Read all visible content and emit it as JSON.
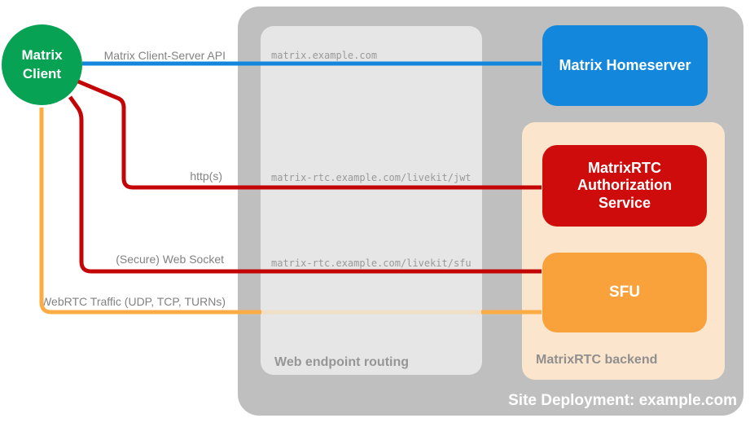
{
  "diagram": {
    "client": {
      "label": "Matrix Client",
      "color": "#07A254"
    },
    "homeserver": {
      "label": "Matrix Homeserver",
      "color": "#1287DB"
    },
    "auth_service": {
      "label": "MatrixRTC Authorization Service",
      "color": "#CE0C0C"
    },
    "sfu": {
      "label": "SFU",
      "color": "#F9A13A"
    },
    "site_deployment": {
      "label": "Site Deployment: example.com",
      "color": "#BFBFBF"
    },
    "web_endpoint_routing": {
      "label": "Web endpoint routing",
      "color": "#E6E6E6"
    },
    "matrixrtc_backend": {
      "label": "MatrixRTC backend",
      "color": "#FCE5CD"
    },
    "endpoints": {
      "homeserver": "matrix.example.com",
      "jwt": "matrix-rtc.example.com/livekit/jwt",
      "sfu": "matrix-rtc.example.com/livekit/sfu"
    },
    "connections": {
      "client_server_api": {
        "label": "Matrix Client-Server API",
        "color": "#1287DB"
      },
      "https": {
        "label": "http(s)",
        "color": "#C40505"
      },
      "websocket": {
        "label": "(Secure) Web Socket",
        "color": "#C40505"
      },
      "webrtc": {
        "label": "WebRTC Traffic (UDP, TCP, TURNs)",
        "color": "#FBAC45"
      }
    }
  }
}
